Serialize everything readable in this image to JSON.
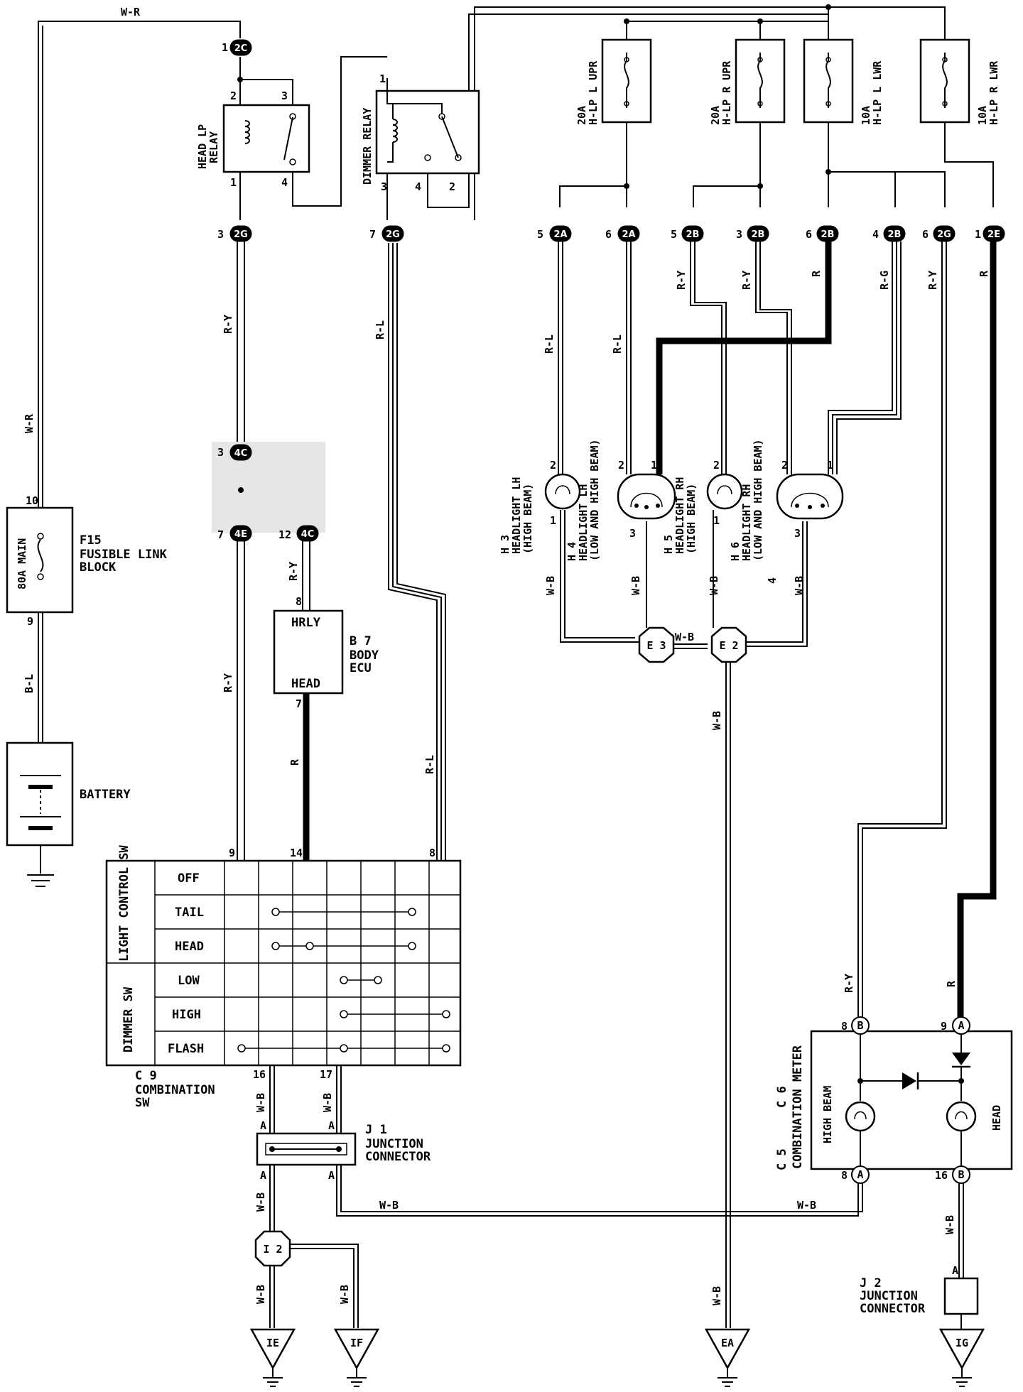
{
  "wire_colors": {
    "w_r": "W-R",
    "b_l": "B-L",
    "r_y": "R-Y",
    "r_l": "R-L",
    "r": "R",
    "r_g": "R-G",
    "w_b": "W-B"
  },
  "components": {
    "fusible_link": {
      "code": "F15",
      "name1": "FUSIBLE LINK",
      "name2": "BLOCK",
      "rating": "80A MAIN",
      "pin_top": "10",
      "pin_bottom": "9"
    },
    "battery": {
      "label": "BATTERY"
    },
    "head_lp_relay": {
      "line1": "HEAD LP",
      "line2": "RELAY",
      "pins": [
        "2",
        "3",
        "1",
        "4"
      ]
    },
    "dimmer_relay": {
      "label": "DIMMER RELAY",
      "pins": [
        "1",
        "3",
        "4",
        "2"
      ]
    },
    "fuses": [
      {
        "rating": "20A",
        "name": "H-LP L UPR"
      },
      {
        "rating": "20A",
        "name": "H-LP R UPR"
      },
      {
        "rating": "10A",
        "name": "H-LP L LWR"
      },
      {
        "rating": "10A",
        "name": "H-LP R LWR"
      }
    ],
    "body_ecu": {
      "code": "B 7",
      "name1": "BODY",
      "name2": "ECU",
      "term_top": "HRLY",
      "term_bottom": "HEAD",
      "pin_top": "8",
      "pin_bottom": "7"
    },
    "combination_sw": {
      "code": "C 9",
      "name1": "COMBINATION",
      "name2": "SW",
      "light_group": "LIGHT CONTROL SW",
      "dimmer_group": "DIMMER SW",
      "rows": [
        "OFF",
        "TAIL",
        "HEAD",
        "LOW",
        "HIGH",
        "FLASH"
      ],
      "pins_top": [
        "9",
        "14",
        "8"
      ],
      "pins_bottom": [
        "16",
        "17"
      ]
    },
    "j1": {
      "code": "J 1",
      "name1": "JUNCTION",
      "name2": "CONNECTOR",
      "pin_a": "A"
    },
    "j2": {
      "code": "J 2",
      "name1": "JUNCTION",
      "name2": "CONNECTOR",
      "pin_a": "A"
    },
    "headlights": [
      {
        "code": "H 3",
        "name": "HEADLIGHT LH",
        "sub": "(HIGH BEAM)",
        "pins": [
          "2",
          "1"
        ]
      },
      {
        "code": "H 4",
        "name": "HEADLIGHT LH",
        "sub": "(LOW AND HIGH BEAM)",
        "pins": [
          "2",
          "1",
          "3"
        ]
      },
      {
        "code": "H 5",
        "name": "HEADLIGHT RH",
        "sub": "(HIGH BEAM)",
        "pins": [
          "2",
          "1"
        ]
      },
      {
        "code": "H 6",
        "name": "HEADLIGHT RH",
        "sub": "(LOW AND HIGH BEAM)",
        "pins": [
          "2",
          "1",
          "3"
        ]
      }
    ],
    "combination_meter": {
      "code": "C 5",
      "code2": "C 6",
      "code_b": "B",
      "code_a": "A",
      "name": "COMBINATION METER",
      "high_beam": "HIGH BEAM",
      "head": "HEAD",
      "pins": [
        "8",
        "9",
        "8",
        "16"
      ]
    },
    "stray_mark": "4"
  },
  "connectors": {
    "c2C": {
      "num": "1",
      "id": "2C"
    },
    "c2G_3": {
      "num": "3",
      "id": "2G"
    },
    "c2G_7": {
      "num": "7",
      "id": "2G"
    },
    "c4C_3": {
      "num": "3",
      "id": "4C"
    },
    "c4E_7": {
      "num": "7",
      "id": "4E"
    },
    "c4C_12": {
      "num": "12",
      "id": "4C"
    },
    "c2A_5": {
      "num": "5",
      "id": "2A"
    },
    "c2A_6": {
      "num": "6",
      "id": "2A"
    },
    "c2B_5": {
      "num": "5",
      "id": "2B"
    },
    "c2B_3": {
      "num": "3",
      "id": "2B"
    },
    "c2B_6": {
      "num": "6",
      "id": "2B"
    },
    "c2B_4": {
      "num": "4",
      "id": "2B"
    },
    "c2G_6": {
      "num": "6",
      "id": "2G"
    },
    "c2E_1": {
      "num": "1",
      "id": "2E"
    }
  },
  "grounds": {
    "e3": "E 3",
    "e2": "E 2",
    "i2": "I 2",
    "ie": "IE",
    "if": "IF",
    "ea": "EA",
    "ig": "IG"
  }
}
